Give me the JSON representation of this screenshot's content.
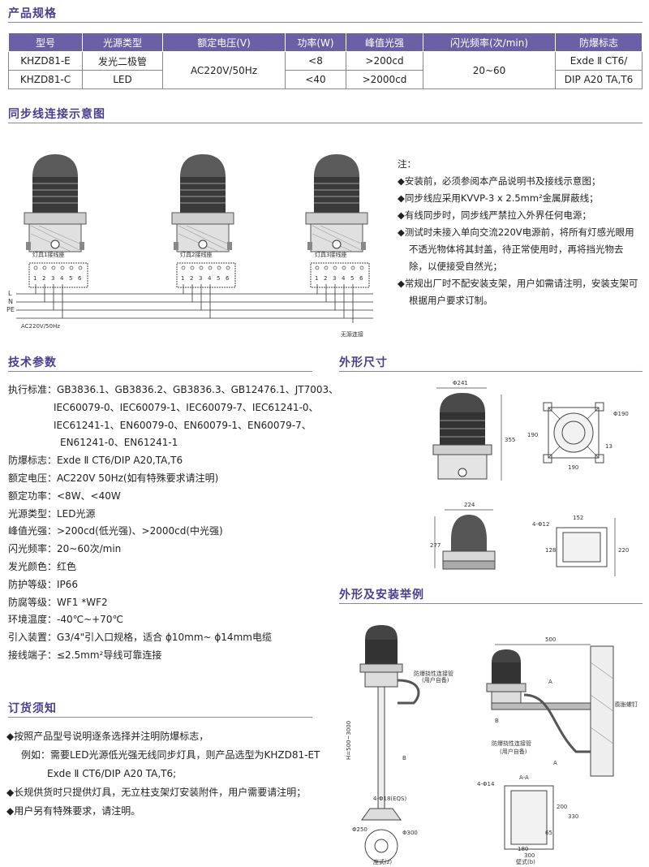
{
  "sections": {
    "spec": "产品规格",
    "sync": "同步线连接示意图",
    "tech": "技术参数",
    "outline": "外形尺寸",
    "install": "外形及安装举例",
    "order": "订货须知"
  },
  "spec_table": {
    "headers": [
      "型号",
      "光源类型",
      "额定电压(V)",
      "功率(W)",
      "峰值光强",
      "闪光频率(次/min)",
      "防爆标志"
    ],
    "rows": [
      [
        "KHZD81-E",
        "发光二极管",
        "<8",
        ">200cd"
      ],
      [
        "KHZD81-C",
        "LED",
        "<40",
        ">2000cd"
      ]
    ],
    "voltage": "AC220V/50Hz",
    "frequency": "20~60",
    "exmark_1": "Exde Ⅱ CT6/",
    "exmark_2": "DIP A20 TA,T6"
  },
  "wiring": {
    "seat1": "灯具1接线座",
    "seat2": "灯具2接线座",
    "seat3": "灯具3接线座",
    "terminals": [
      "1",
      "2",
      "3",
      "4",
      "5",
      "6"
    ],
    "lines": [
      "L",
      "N",
      "PE"
    ],
    "supply": "AC220V/50Hz",
    "no_conn": "无源连接"
  },
  "notes": {
    "title": "注：",
    "items": [
      "◆安装前，必须参阅本产品说明书及接线示意图；",
      "◆同步线应采用KVVP-3 x 2.5mm²金属屏蔽线；",
      "◆有线同步时，同步线严禁拉入外界任何电源；",
      "◆测试时未接入单向交流220V电源前，将所有灯感光眼用不透光物体将其封盖，待正常使用时，再将挡光物去除，以便接受自然光；",
      "◆常规出厂时不配安装支架，用户如需请注明，安装支架可根据用户要求订制。"
    ]
  },
  "tech": {
    "std_label": "执行标准：",
    "std_lines": [
      "GB3836.1、GB3836.2、GB3836.3、GB12476.1、JT7003、",
      "IEC60079-0、IEC60079-1、IEC60079-7、IEC61241-0、",
      "IEC61241-1、EN60079-0、EN60079-1、EN60079-7、",
      "EN61241-0、EN61241-1"
    ],
    "rows": [
      "防爆标志：Exde Ⅱ CT6/DIP A20,TA,T6",
      "额定电压：AC220V 50Hz(如有特殊要求请注明)",
      "额定功率：<8W、<40W",
      "光源类型：LED光源",
      "峰值光强：>200cd(低光强)、>2000cd(中光强)",
      "闪光频率：20~60次/min",
      "发光颜色：红色",
      "防护等级：IP66",
      "防腐等级：WF1 *WF2",
      "环境温度：-40℃~+70℃",
      "引入装置：G3/4\"引入口规格，适合 ϕ10mm~ ϕ14mm电缆",
      "接线端子：≤2.5mm²导线可靠连接"
    ]
  },
  "order": {
    "items": [
      "◆按照产品型号说明逐条选择并注明防爆标志，",
      "例如：需要LED光源低光强无线同步灯具，则产品选型为KHZD81-ET",
      "Exde Ⅱ CT6/DIP A20 TA,T6;",
      "◆长规供货时只提供灯具，无立柱支架灯安装附件，用户需要请注明；",
      "◆用户另有特殊要求，请注明。"
    ]
  },
  "dims": {
    "d241": "Φ241",
    "d355": "355",
    "d190a": "190",
    "d190b": "190",
    "d190c": "Φ190",
    "d13": "13",
    "d224": "224",
    "d277": "277",
    "d152": "152",
    "d4phi12": "4-Φ12",
    "d128": "128",
    "d220": "220"
  },
  "install": {
    "pipe_label1": "防爆挠性连接管",
    "pipe_user1": "(用户自备)",
    "height": "H=500~3000",
    "base_holes": "4-Φ18(EQS)",
    "d250": "Φ250",
    "d300": "Φ300",
    "caption_z": "座式(z)",
    "d500": "500",
    "bolt": "膨胀螺钉",
    "pipe_label2": "防爆挠性连接管",
    "pipe_user2": "(用户自备)",
    "aa": "A-A",
    "holes2": "4-Φ14",
    "d200": "200",
    "d330": "330",
    "d65": "65",
    "d180": "180",
    "d300b": "300",
    "caption_b": "壁式(b)",
    "mark_a": "A",
    "mark_b": "B"
  }
}
